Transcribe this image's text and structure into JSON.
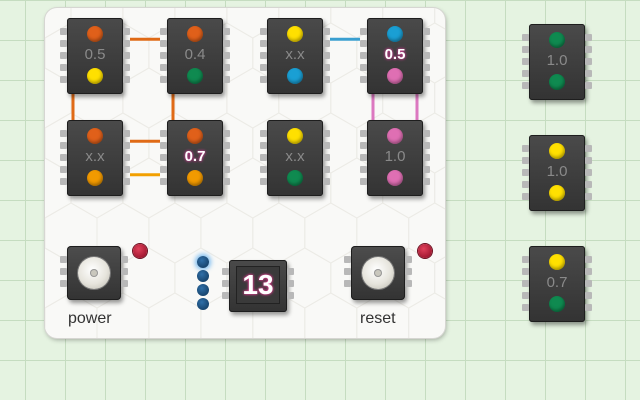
{
  "colors": {
    "orange": "#e0601a",
    "yellow": "#ffe000",
    "green": "#0f8a50",
    "blue": "#1a9fd4",
    "pink": "#df6fb3",
    "amber": "#f29a00",
    "wire_orange": "#e06a16",
    "wire_amber": "#f2a000",
    "wire_blue": "#3a9fd0",
    "wire_pink": "#dc78c0"
  },
  "board_chips": [
    {
      "id": "c1",
      "value": "0.5",
      "top_led": "orange",
      "bottom_led": "yellow",
      "highlight": false
    },
    {
      "id": "c2",
      "value": "0.4",
      "top_led": "orange",
      "bottom_led": "green",
      "highlight": false
    },
    {
      "id": "c3",
      "value": "x.x",
      "top_led": "yellow",
      "bottom_led": "blue",
      "highlight": false
    },
    {
      "id": "c4",
      "value": "0.5",
      "top_led": "blue",
      "bottom_led": "pink",
      "highlight": true
    },
    {
      "id": "c5",
      "value": "x.x",
      "top_led": "orange",
      "bottom_led": "amber",
      "highlight": false
    },
    {
      "id": "c6",
      "value": "0.7",
      "top_led": "orange",
      "bottom_led": "amber",
      "highlight": true
    },
    {
      "id": "c7",
      "value": "x.x",
      "top_led": "yellow",
      "bottom_led": "green",
      "highlight": false
    },
    {
      "id": "c8",
      "value": "1.0",
      "top_led": "pink",
      "bottom_led": "pink",
      "highlight": false
    }
  ],
  "side_chips": [
    {
      "id": "s1",
      "value": "1.0",
      "top_led": "green",
      "bottom_led": "green"
    },
    {
      "id": "s2",
      "value": "1.0",
      "top_led": "yellow",
      "bottom_led": "yellow"
    },
    {
      "id": "s3",
      "value": "0.7",
      "top_led": "yellow",
      "bottom_led": "green"
    }
  ],
  "wires": [
    {
      "from": "c1",
      "to": "c2",
      "color": "wire_orange"
    },
    {
      "from": "c1",
      "to": "c5",
      "color": "wire_orange"
    },
    {
      "from": "c2",
      "to": "c6",
      "color": "wire_orange"
    },
    {
      "from": "c5",
      "to": "c6",
      "color": "wire_orange"
    },
    {
      "from": "c5",
      "to": "c6",
      "color": "wire_amber",
      "lane": "bottom"
    },
    {
      "from": "c3",
      "to": "c4",
      "color": "wire_blue"
    },
    {
      "from": "c4",
      "to": "c8",
      "color": "wire_pink"
    }
  ],
  "controls": {
    "power_label": "power",
    "reset_label": "reset",
    "counter_value": "13",
    "counter_bits": 4,
    "counter_bits_lit": 1
  }
}
